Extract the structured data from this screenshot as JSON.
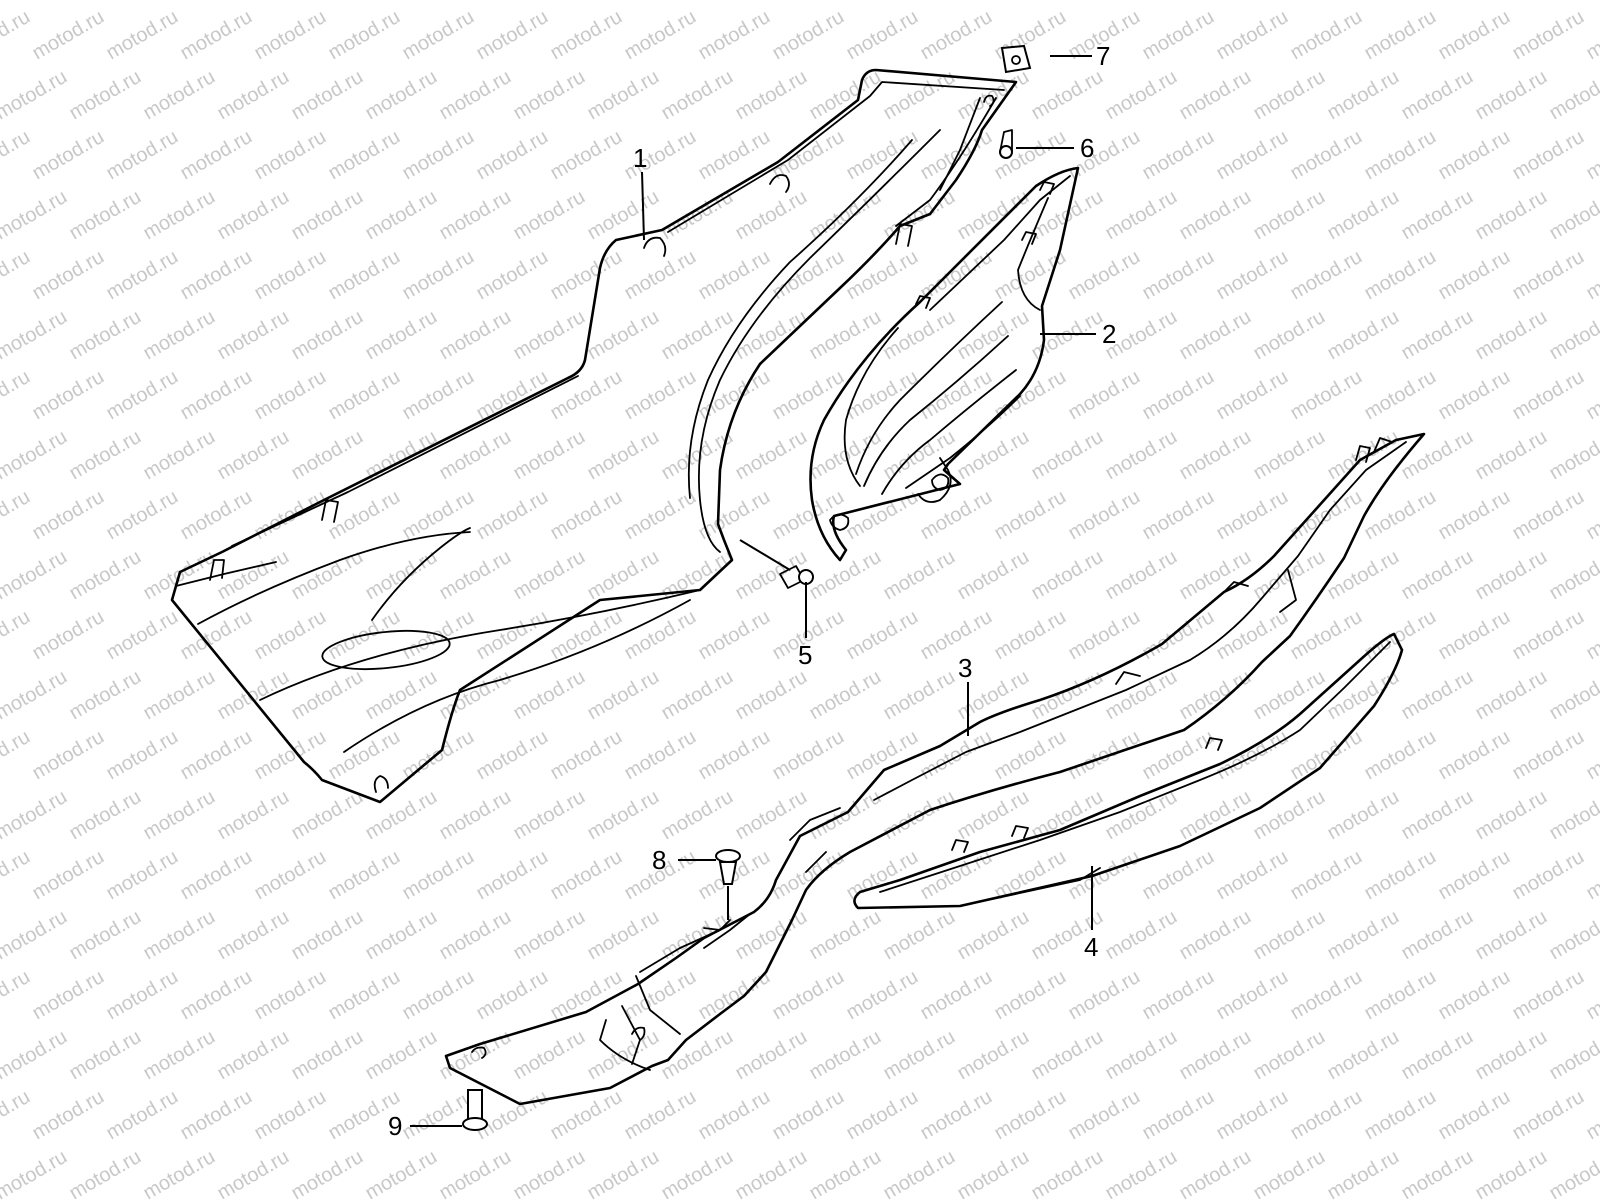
{
  "watermark": {
    "text": "motod.ru",
    "color": "#c8c8c8"
  },
  "callouts": [
    {
      "id": "1",
      "label": "1",
      "part": "large floor side panel"
    },
    {
      "id": "2",
      "label": "2",
      "part": "side grille cover"
    },
    {
      "id": "3",
      "label": "3",
      "part": "lower floor side rail"
    },
    {
      "id": "4",
      "label": "4",
      "part": "side trim strip"
    },
    {
      "id": "5",
      "label": "5",
      "part": "screw"
    },
    {
      "id": "6",
      "label": "6",
      "part": "screw"
    },
    {
      "id": "7",
      "label": "7",
      "part": "clip nut"
    },
    {
      "id": "8",
      "label": "8",
      "part": "push rivet"
    },
    {
      "id": "9",
      "label": "9",
      "part": "bolt"
    }
  ],
  "colors": {
    "line": "#000000",
    "background": "#ffffff"
  }
}
